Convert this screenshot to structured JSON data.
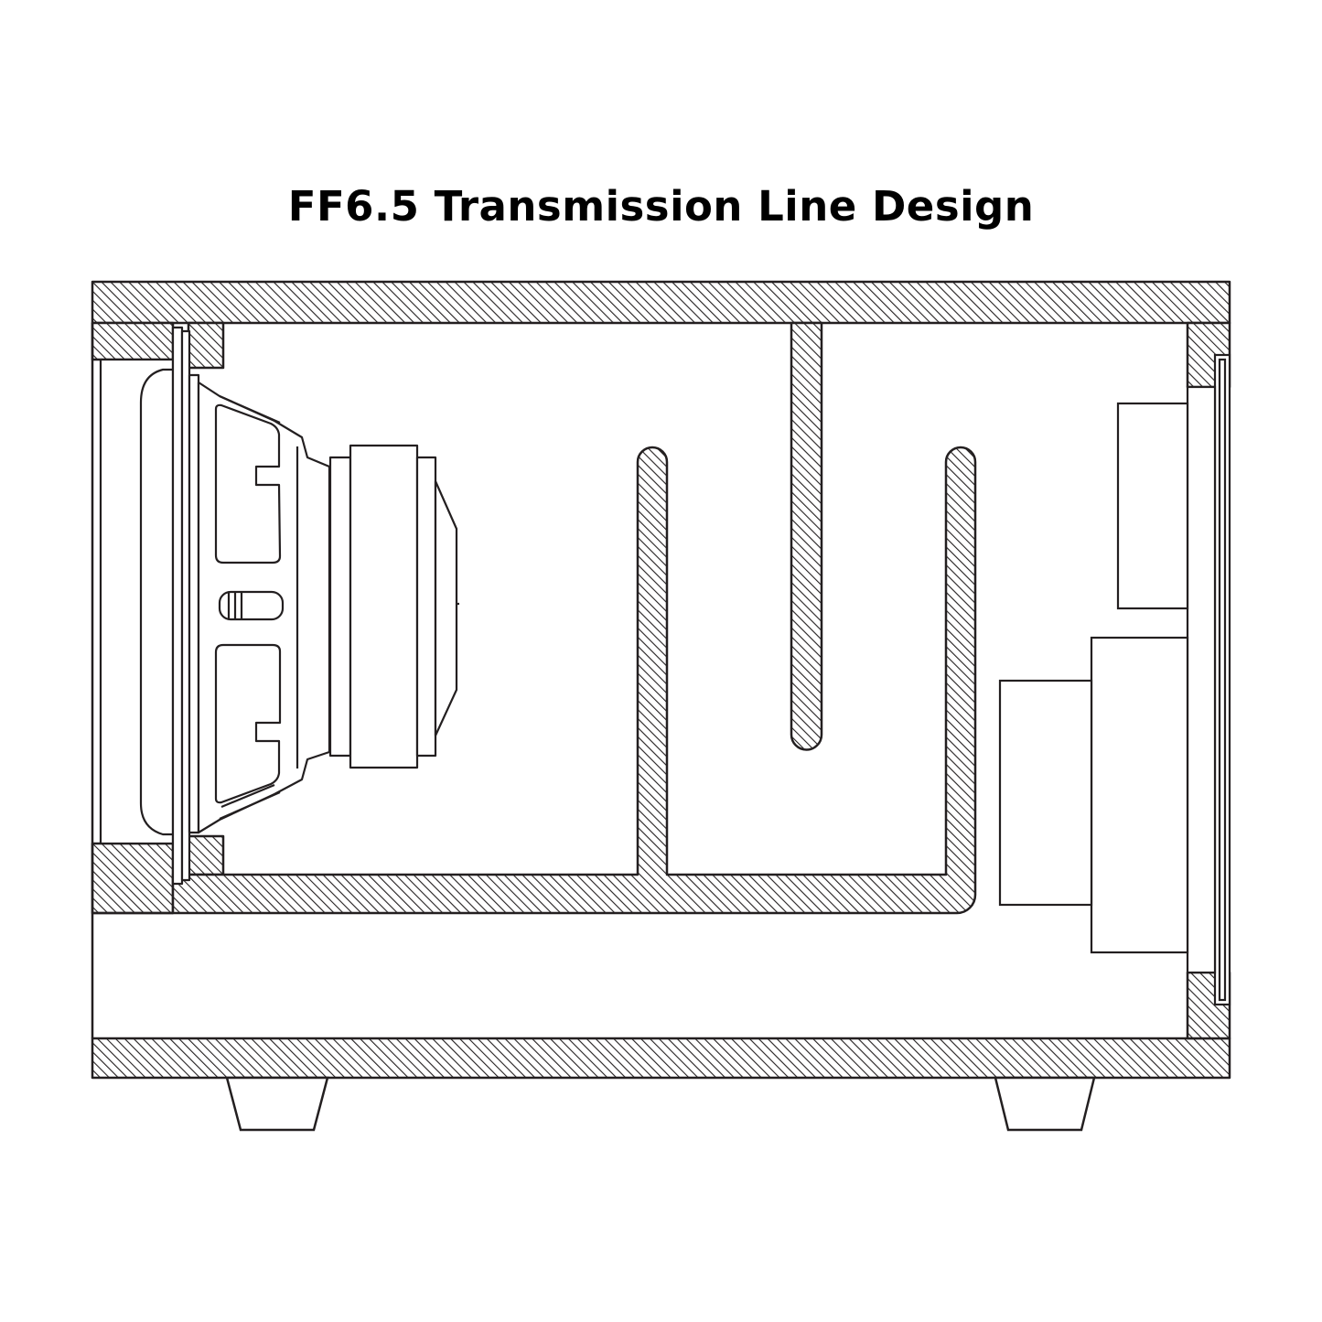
{
  "title": "FF6.5 Transmission Line Design",
  "colors": {
    "line": "#231f20",
    "background": "#ffffff"
  },
  "components": {
    "cabinet": "enclosure-cabinet",
    "driver": "full-range-driver",
    "line_baffles": "transmission-line-baffles",
    "terminal_port": "line-terminal-port",
    "rear_panel": "rear-terminal-panel",
    "feet": "cabinet-feet"
  }
}
